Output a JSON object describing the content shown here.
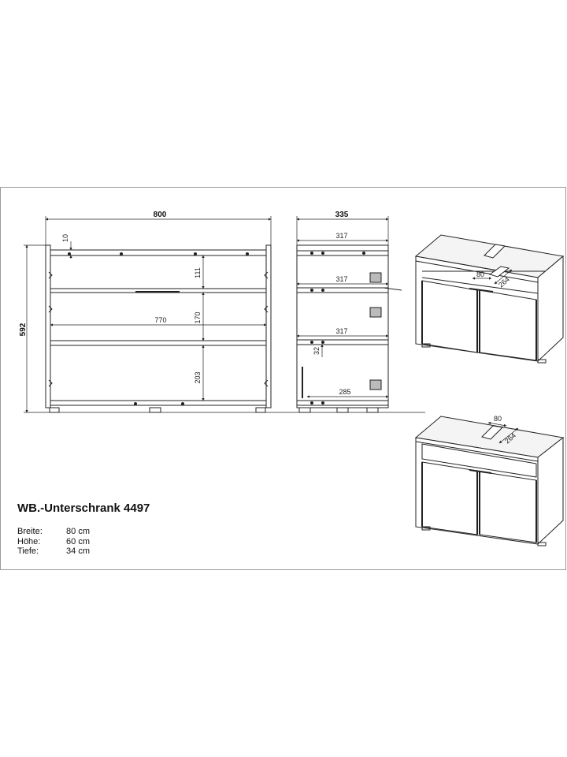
{
  "product": {
    "title": "WB.-Unterschrank 4497",
    "specs": [
      {
        "label": "Breite:",
        "value": "80 cm"
      },
      {
        "label": "Höhe:",
        "value": "60 cm"
      },
      {
        "label": "Tiefe:",
        "value": "34 cm"
      }
    ]
  },
  "front_view": {
    "width": "800",
    "height": "592",
    "shelf_thickness": "10",
    "inner_width": "770",
    "compartment_top": "111",
    "compartment_middle": "170",
    "compartment_bottom": "203"
  },
  "side_view": {
    "depth": "335",
    "depth_top": "317",
    "depth_middle": "317",
    "depth_lower": "317",
    "shelf_offset": "32",
    "inner_depth": "285"
  },
  "cutout": {
    "width": "80",
    "length": "264"
  },
  "colors": {
    "line": "#222222",
    "border": "#999999"
  }
}
